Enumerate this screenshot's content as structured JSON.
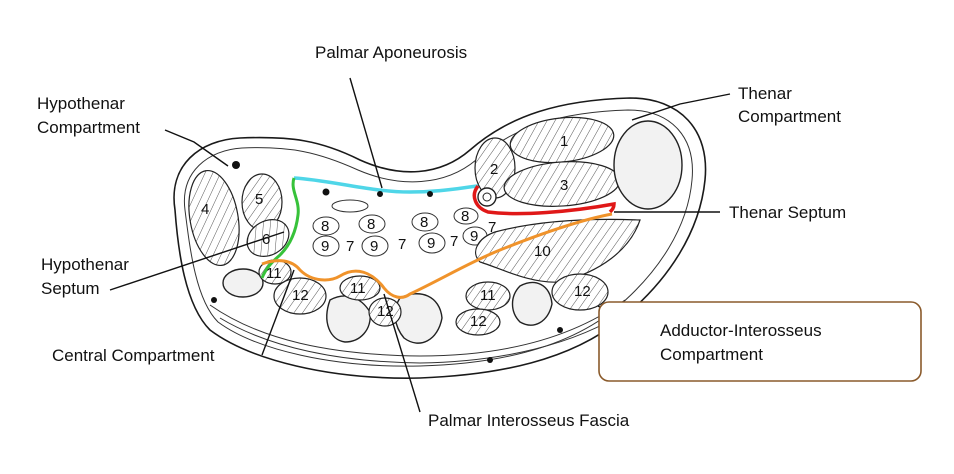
{
  "labels": {
    "palmar_aponeurosis": "Palmar Aponeurosis",
    "thenar_compartment_line1": "Thenar",
    "thenar_compartment_line2": "Compartment",
    "hypothenar_compartment_line1": "Hypothenar",
    "hypothenar_compartment_line2": "Compartment",
    "thenar_septum": "Thenar Septum",
    "hypothenar_septum_line1": "Hypothenar",
    "hypothenar_septum_line2": "Septum",
    "central_compartment": "Central Compartment",
    "adductor_interosseus_line1": "Adductor-Interosseus",
    "adductor_interosseus_line2": "Compartment",
    "palmar_interosseus_fascia": "Palmar Interosseus Fascia"
  },
  "muscle_numbers": {
    "n1": "1",
    "n2": "2",
    "n3": "3",
    "n4": "4",
    "n5": "5",
    "n6": "6",
    "n7a": "7",
    "n7b": "7",
    "n7c": "7",
    "n7d": "7",
    "n8a": "8",
    "n8b": "8",
    "n8c": "8",
    "n8d": "8",
    "n9a": "9",
    "n9b": "9",
    "n9c": "9",
    "n9d": "9",
    "n10": "10",
    "n11a": "11",
    "n11b": "11",
    "n11c": "11",
    "n12a": "12",
    "n12b": "12",
    "n12c": "12",
    "n12d": "12"
  },
  "colors": {
    "palmar_aponeurosis_line": "#4fd6e8",
    "hypothenar_septum_line": "#37c23a",
    "thenar_septum_line": "#e01818",
    "palmar_interosseus_fascia_line": "#f0932b",
    "callout_border": "#8a5a2b"
  }
}
